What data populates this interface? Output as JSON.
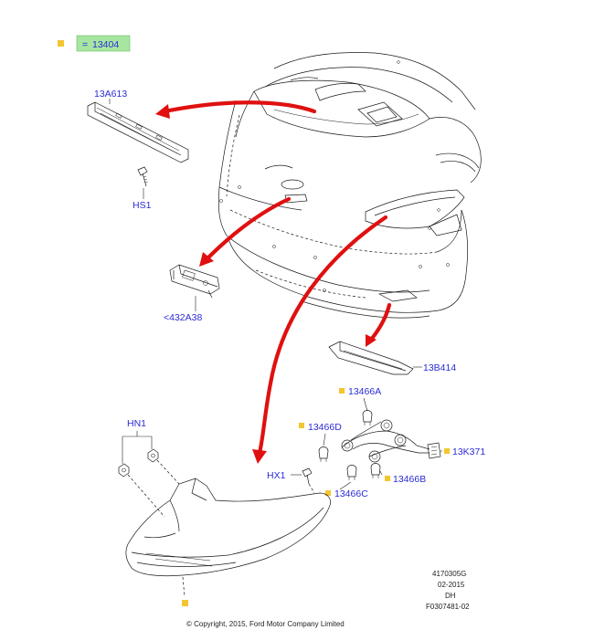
{
  "callout_number": "13404",
  "callout_prefix": "=",
  "labels": {
    "high_mount_lamp": "13A613",
    "screw_hs1": "HS1",
    "plate_lamp": "<432A38",
    "reflector": "13B414",
    "bulb_a": "13466A",
    "bulb_d": "13466D",
    "socket_harness": "13K371",
    "bulb_b": "13466B",
    "bulb_c": "13466C",
    "nut_hn1": "HN1",
    "screw_hx1": "HX1"
  },
  "footer": {
    "ref_code": "4170305G",
    "date": "02-2015",
    "initials": "DH",
    "figure_id": "F0307481-02",
    "copyright": "© Copyright, 2015, Ford Motor Company Limited"
  },
  "colors": {
    "label_text": "#2b2bd6",
    "callout_bg": "#a6e6a0",
    "marker": "#f3c630",
    "arrow": "#e01010"
  }
}
